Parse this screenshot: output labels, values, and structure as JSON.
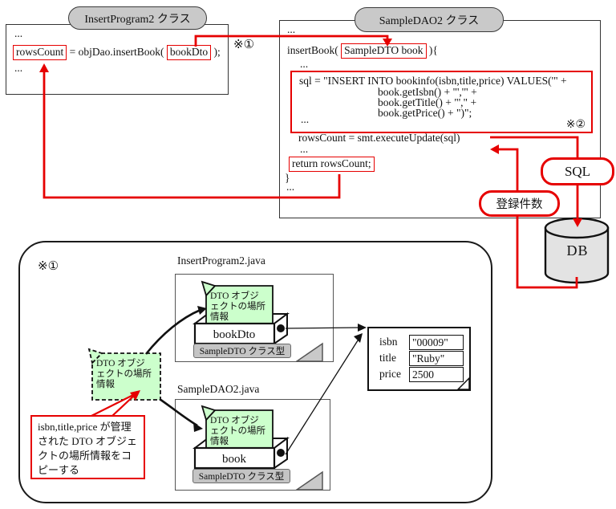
{
  "colors": {
    "accent_red": "#e60000",
    "note_green": "#ccffcc",
    "pill_gray": "#c9c9c9",
    "db_gray": "#e3e3e3"
  },
  "top": {
    "marker_ref": "※①",
    "insert_class": {
      "title": "InsertProgram2 クラス",
      "ellipsis": "...",
      "result_var": "rowsCount",
      "call_mid": " = objDao.insertBook( ",
      "call_arg": "bookDto",
      "call_close": " );"
    },
    "dao_class": {
      "title": "SampleDAO2 クラス",
      "ellipsis": "...",
      "method_open": "insertBook( ",
      "method_param": "SampleDTO book",
      "method_close": " ){",
      "sql_lines": [
        "sql = \"INSERT INTO bookinfo(isbn,title,price) VALUES('\" +",
        "book.getIsbn() + \"','\" +",
        "book.getTitle() + \"',\" +",
        "book.getPrice() + \")\";"
      ],
      "marker_sql": "※②",
      "exec_line": "rowsCount = smt.executeUpdate(sql)",
      "return_line": "return rowsCount;",
      "close_brace": "}"
    },
    "sql_label": "SQL",
    "count_label": "登録件数",
    "db_label": "DB"
  },
  "detail": {
    "marker_ref": "※①",
    "insert_file": "InsertProgram2.java",
    "dao_file": "SampleDAO2.java",
    "note_lines": [
      "DTO オブジ",
      "ェクトの場所",
      "情報"
    ],
    "bookdto_label": "bookDto",
    "book_label": "book",
    "class_type_label": "SampleDTO クラス型",
    "object_table": {
      "rows": [
        {
          "key": "isbn",
          "value": "\"00009\""
        },
        {
          "key": "title",
          "value": "\"Ruby\""
        },
        {
          "key": "price",
          "value": "2500"
        }
      ]
    },
    "callout_text": "isbn,title,price が管理された DTO オブジェクトの場所情報をコピーする"
  }
}
